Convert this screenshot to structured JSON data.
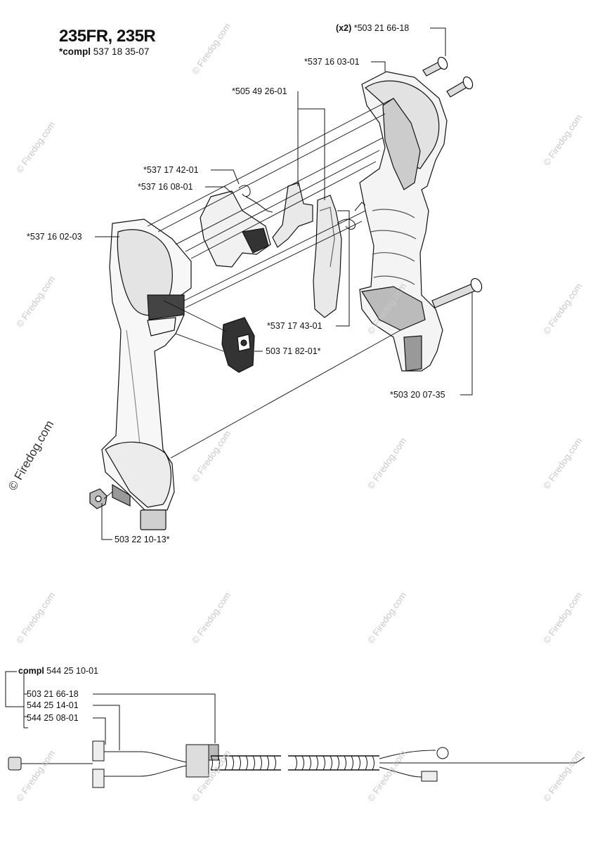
{
  "title": "235FR, 235R",
  "subtitle_prefix": "*compl",
  "subtitle_number": "537 18 35-07",
  "labels": {
    "screw_qty": "(x2)",
    "screw_part": "*503 21 66-18",
    "handle_right": "*537 16 03-01",
    "lever": "*505 49 26-01",
    "spring_a": "*537 17 42-01",
    "spring_b": "*537 16 08-01",
    "handle_left": "*537 16 02-03",
    "throttle": "*537 17 43-01",
    "switch": "503 71 82-01*",
    "bolt": "*503 20 07-35",
    "nut": "503 22 10-13*"
  },
  "cable": {
    "compl_prefix": "compl",
    "compl_number": "544 25 10-01",
    "part1": "503 21 66-18",
    "part2": "544 25 14-01",
    "part3": "544 25 08-01"
  },
  "watermark": {
    "text": "© Firedog.com"
  }
}
